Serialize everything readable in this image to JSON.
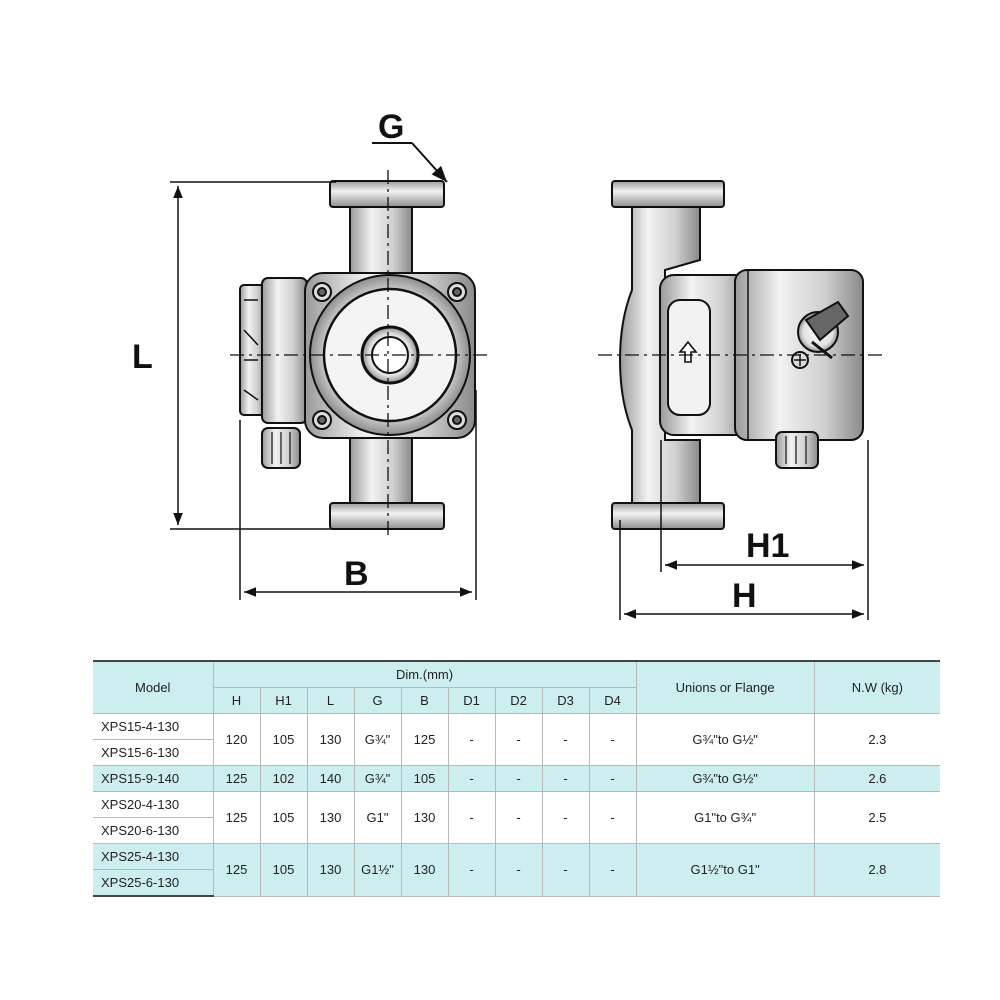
{
  "labels": {
    "G": "G",
    "L": "L",
    "B": "B",
    "H1": "H1",
    "H": "H"
  },
  "table": {
    "model_header": "Model",
    "dim_header": "Dim.(mm)",
    "dim_columns": [
      "H",
      "H1",
      "L",
      "G",
      "B",
      "D1",
      "D2",
      "D3",
      "D4"
    ],
    "unions_header": "Unions or Flange",
    "nw_header": "N.W (kg)",
    "groups": [
      {
        "models": [
          "XPS15-4-130",
          "XPS15-6-130"
        ],
        "dims": [
          "120",
          "105",
          "130",
          "G¾\"",
          "125",
          "-",
          "-",
          "-",
          "-"
        ],
        "unions": "G¾\"to G½\"",
        "nw": "2.3"
      },
      {
        "models": [
          "XPS15-9-140"
        ],
        "dims": [
          "125",
          "102",
          "140",
          "G¾\"",
          "105",
          "-",
          "-",
          "-",
          "-"
        ],
        "unions": "G¾\"to G½\"",
        "nw": "2.6"
      },
      {
        "models": [
          "XPS20-4-130",
          "XPS20-6-130"
        ],
        "dims": [
          "125",
          "105",
          "130",
          "G1\"",
          "130",
          "-",
          "-",
          "-",
          "-"
        ],
        "unions": "G1\"to G¾\"",
        "nw": "2.5"
      },
      {
        "models": [
          "XPS25-4-130",
          "XPS25-6-130"
        ],
        "dims": [
          "125",
          "105",
          "130",
          "G1½\"",
          "130",
          "-",
          "-",
          "-",
          "-"
        ],
        "unions": "G1½\"to G1\"",
        "nw": "2.8"
      }
    ]
  }
}
